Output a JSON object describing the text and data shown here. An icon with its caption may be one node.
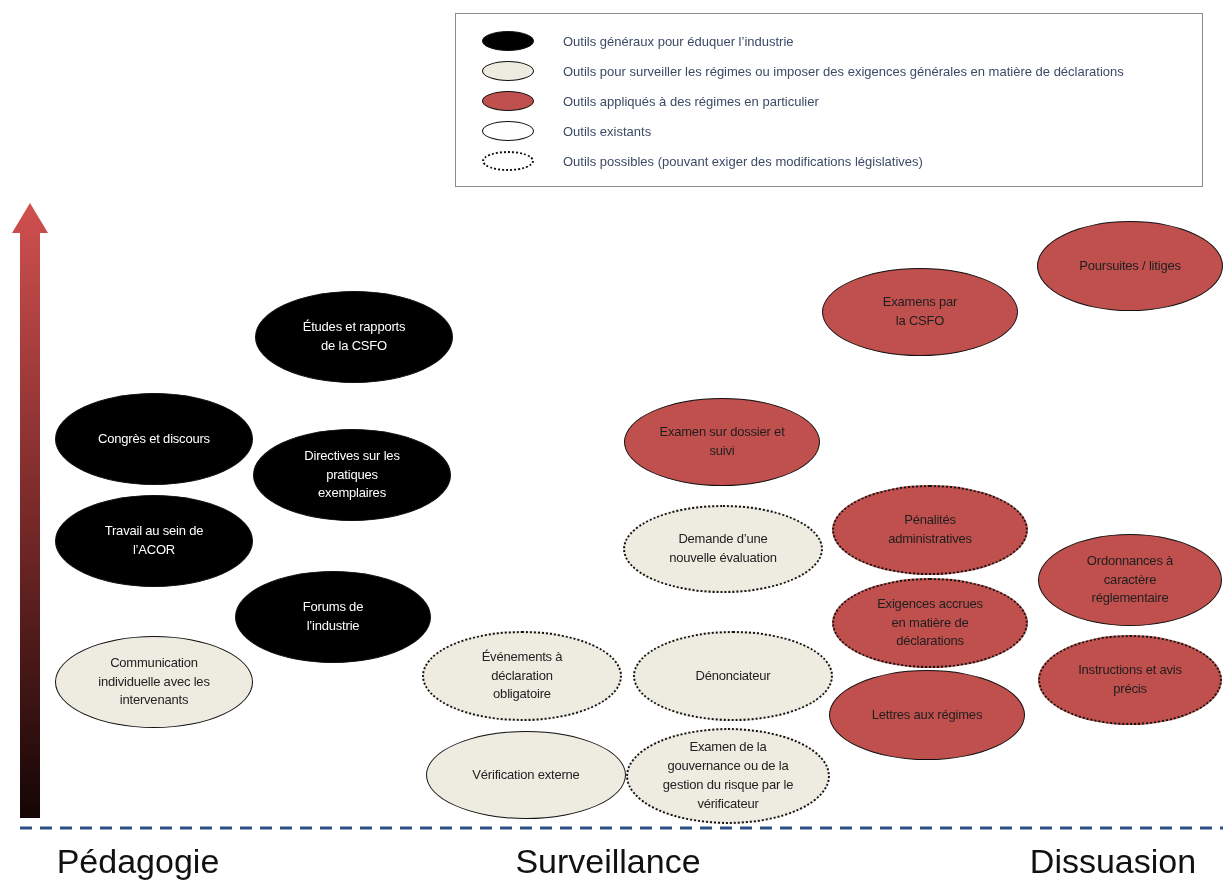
{
  "diagram": {
    "nodes": [
      {
        "text": [
          "Études et rapports de la CSFO"
        ]
      },
      {
        "text": [
          "Congrès et discours"
        ]
      },
      {
        "text": [
          "Directives sur les pratiques exemplaires"
        ]
      },
      {
        "text": [
          "Travail au sein de l’ACOR"
        ]
      },
      {
        "text": [
          "Forums de l’industrie"
        ]
      },
      {
        "text": [
          "Communication individuelle avec les intervenants"
        ]
      },
      {
        "text": [
          "Poursuites / litiges"
        ]
      },
      {
        "text": [
          "Examens par la CSFO"
        ]
      },
      {
        "text": [
          "Examen sur dossier et suivi"
        ]
      },
      {
        "text": [
          "Pénalités administratives"
        ]
      },
      {
        "text": [
          "Demande d’une nouvelle évaluation"
        ]
      },
      {
        "text": [
          "Ordonnances à caractère réglementaire"
        ]
      },
      {
        "text": [
          "Exigences accrues en matière de déclarations"
        ]
      },
      {
        "text": [
          "Événements à déclaration obligatoire"
        ]
      },
      {
        "text": [
          "Dénonciateur"
        ]
      },
      {
        "text": [
          "Instructions et avis précis"
        ]
      },
      {
        "text": [
          "Lettres aux régimes"
        ]
      },
      {
        "text": [
          "Vérification externe"
        ]
      },
      {
        "text": [
          "Examen de la gouvernance ou de la gestion du risque par le vérificateur"
        ]
      }
    ],
    "labels": [
      "Pédagogie",
      "Surveillance",
      "Dissuasion"
    ],
    "legend": [
      {
        "text": "Outils généraux pour éduquer l’industrie",
        "color": "#000000"
      },
      {
        "text": "Outils pour surveiller les régimes ou imposer des exigences générales en matière de déclarations",
        "color": "#eeece1"
      },
      {
        "text": "Outils appliqués à des régimes en particulier",
        "color": "#c0504d"
      },
      {
        "text": "Outils existants"
      },
      {
        "text": "Outils possibles (pouvant exiger des modifications législatives)"
      }
    ]
  }
}
